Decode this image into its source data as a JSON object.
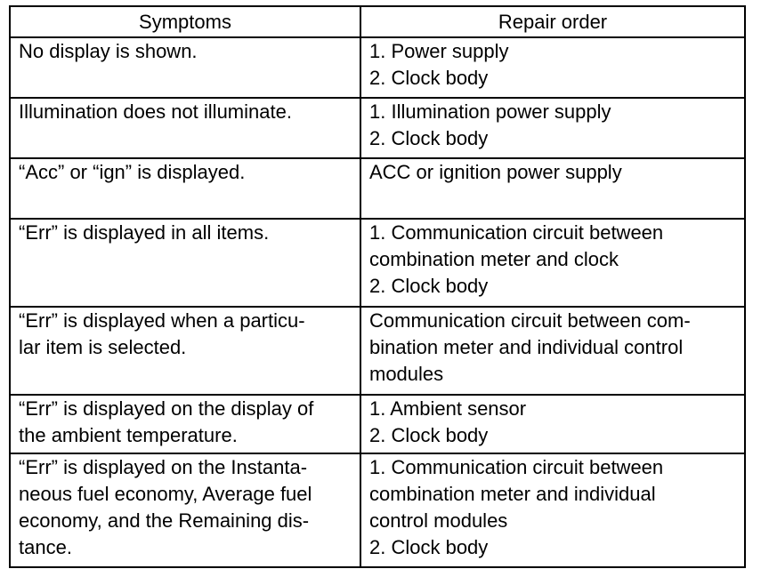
{
  "table": {
    "headers": [
      "Symptoms",
      "Repair order"
    ],
    "rows": [
      {
        "symptom": [
          "No display is shown."
        ],
        "repair": [
          "1.  Power supply",
          "2.  Clock body"
        ]
      },
      {
        "symptom": [
          "Illumination does not illuminate."
        ],
        "repair": [
          "1.  Illumination power supply",
          "2.  Clock body"
        ]
      },
      {
        "symptom": [
          "“Acc” or “ign” is displayed."
        ],
        "repair": [
          "ACC or ignition power supply"
        ]
      },
      {
        "symptom": [
          "“Err” is displayed in all items."
        ],
        "repair": [
          "1.  Communication circuit between",
          "combination meter and clock",
          "2.  Clock body"
        ]
      },
      {
        "symptom": [
          "“Err” is displayed when a particu-",
          "lar item is selected."
        ],
        "repair": [
          "Communication circuit between com-",
          "bination meter and individual control",
          "modules"
        ]
      },
      {
        "symptom": [
          "“Err” is displayed on the display of",
          "the ambient temperature."
        ],
        "repair": [
          "1.  Ambient sensor",
          "2.  Clock body"
        ]
      },
      {
        "symptom": [
          "“Err” is displayed on the Instanta-",
          "neous fuel economy, Average fuel",
          "economy, and the Remaining dis-",
          "tance."
        ],
        "repair": [
          "1.  Communication circuit between",
          "combination meter and individual",
          "control modules",
          "2.  Clock body"
        ]
      }
    ]
  }
}
